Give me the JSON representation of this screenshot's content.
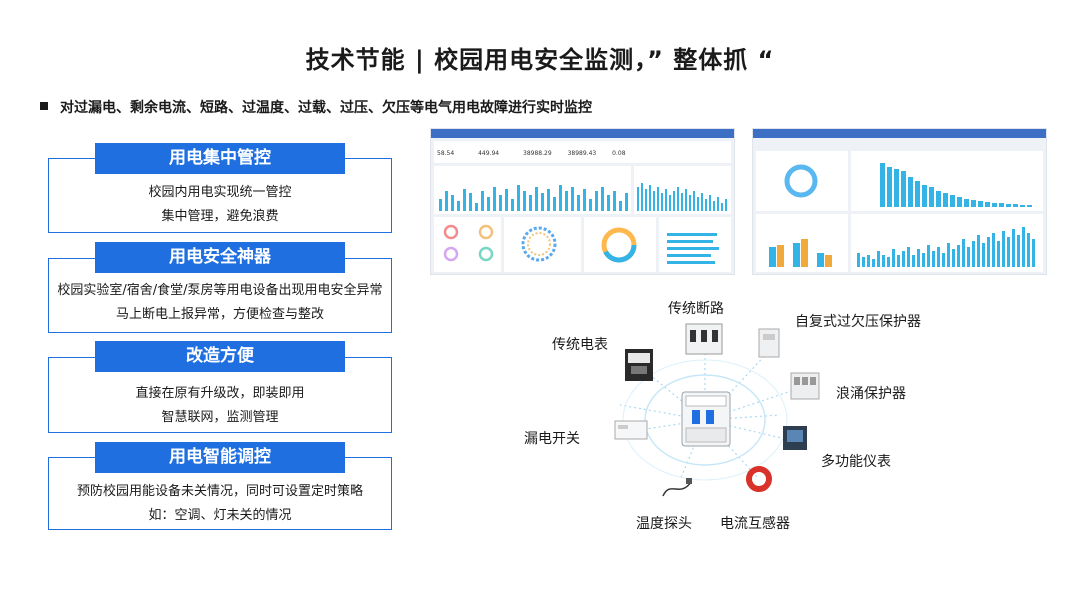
{
  "title": "技术节能 | 校园用电安全监测，” 整体抓 “",
  "subtitle": "对过漏电、剩余电流、短路、过温度、过载、过压、欠压等电气用电故障进行实时监控",
  "cards": [
    {
      "head": "用电集中管控",
      "lines": [
        "校园内用电实现统一管控",
        "集中管理，避免浪费"
      ]
    },
    {
      "head": "用电安全神器",
      "lines": [
        "校园实验室/宿舍/食堂/泵房等用电设备出现用电安全异常",
        "马上断电上报异常，方便检查与整改"
      ]
    },
    {
      "head": "改造方便",
      "lines": [
        "直接在原有升级改，即装即用",
        "智慧联网，监测管理"
      ]
    },
    {
      "head": "用电智能调控",
      "lines": [
        "预防校园用能设备未关情况，同时可设置定时策略",
        "如：空调、灯未关的情况"
      ]
    }
  ],
  "dashboard_left": {
    "values": [
      "58.54",
      "449.94",
      "38988.29",
      "38989.43",
      "0.08"
    ]
  },
  "devices": {
    "breaker": "传统断路",
    "overvoltage": "自复式过欠压保护器",
    "meter": "传统电表",
    "surge": "浪涌保护器",
    "leakage": "漏电开关",
    "multimeter": "多功能仪表",
    "temp_probe": "温度探头",
    "ct": "电流互感器"
  },
  "colors": {
    "accent": "#1f6fe0",
    "chart_blue": "#33b3e6"
  }
}
